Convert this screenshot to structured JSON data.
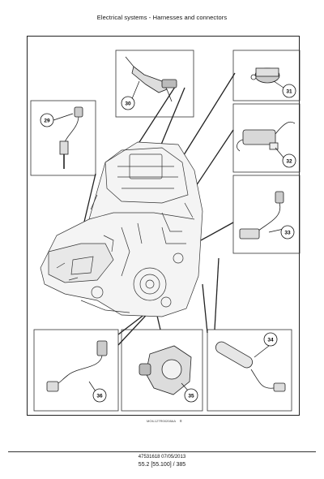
{
  "header": {
    "title": "Electrical systems - Harnesses and connectors"
  },
  "figure": {
    "reference_code": "MOIL12TR00208AA",
    "reference_suffix": "8",
    "callouts": [
      "29",
      "30",
      "31",
      "32",
      "33",
      "34",
      "35",
      "36"
    ]
  },
  "footer": {
    "document": "47531618 07/05/2013",
    "page": "55.2 [55.100] / 385"
  }
}
